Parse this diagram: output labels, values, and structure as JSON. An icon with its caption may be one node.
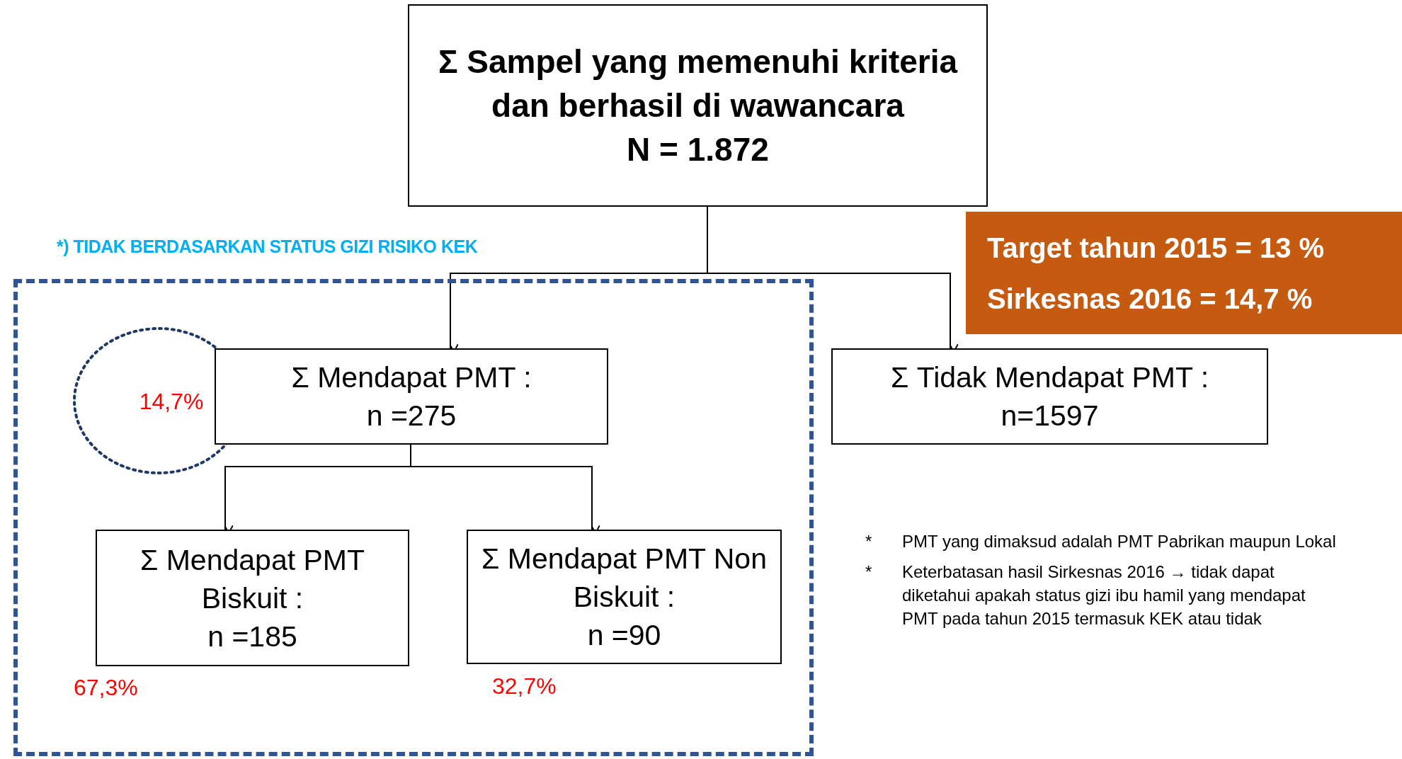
{
  "diagram": {
    "nodes": [
      {
        "text": [
          "Σ Sampel yang memenuhi kriteria dan berhasil di wawancara",
          "N = 1.872"
        ]
      },
      {
        "text": [
          "Target tahun 2015 = 13 %",
          "Sirkesnas 2016 = 14,7 %"
        ]
      },
      {
        "text": [],
        "shape": "box"
      },
      {
        "text": [
          "14,7%"
        ],
        "in": 2
      },
      {
        "text": [
          "Σ Mendapat PMT :",
          "n =275"
        ],
        "in": 2
      },
      {
        "text": [
          "Σ Tidak Mendapat PMT :",
          "n=1597"
        ]
      },
      {
        "text": [
          "Σ Mendapat PMT Biskuit :",
          "n =185"
        ],
        "in": 2,
        "beside": [
          "67,3%"
        ]
      },
      {
        "text": [
          "Σ Mendapat PMT Non Biskuit :",
          "n =90"
        ],
        "in": 2,
        "beside": [
          "32,7%"
        ]
      }
    ],
    "edges": [
      {
        "from": 0,
        "to": 4,
        "arrow": "to"
      },
      {
        "from": 0,
        "to": 5,
        "arrow": "to"
      },
      {
        "from": 4,
        "to": 6,
        "arrow": "to"
      },
      {
        "from": 4,
        "to": 7,
        "arrow": "to"
      }
    ],
    "labels": [
      "*) TIDAK BERDASARKAN STATUS GIZI RISIKO KEK",
      "*",
      "PMT yang dimaksud adalah PMT Pabrikan maupun Lokal",
      "*",
      "Keterbatasan hasil Sirkesnas 2016 → tidak dapat diketahui apakah status gizi ibu hamil yang mendapat PMT pada tahun 2015 termasuk KEK atau tidak"
    ]
  }
}
